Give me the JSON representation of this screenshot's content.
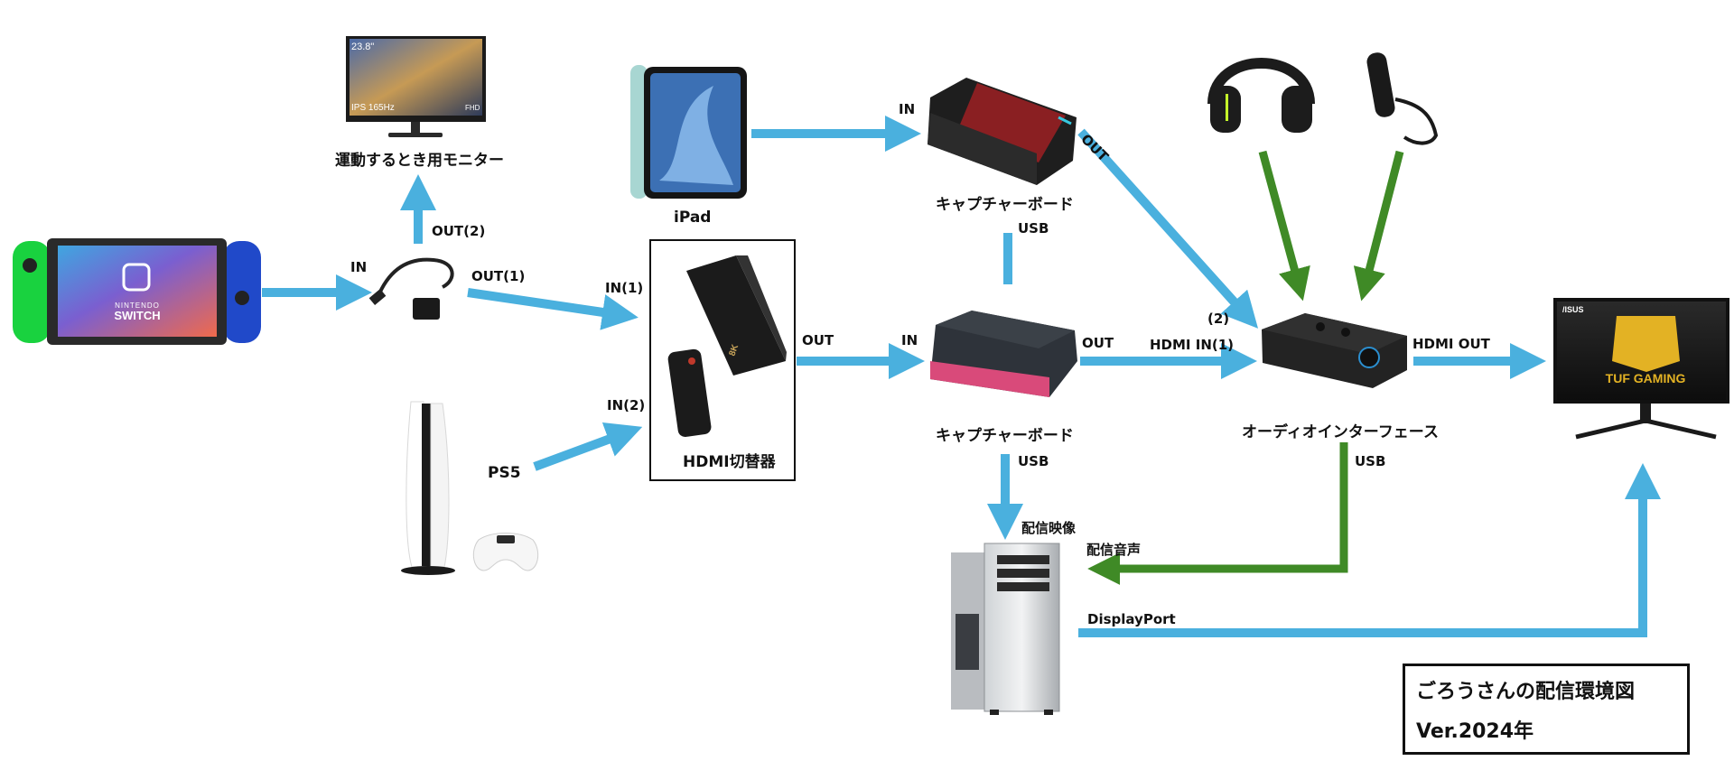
{
  "colors": {
    "blue_arrow": "#4ab0de",
    "green_arrow": "#3f8a26",
    "box_border": "#111111"
  },
  "devices": {
    "monitor_small": {
      "caption": "運動するとき用モニター",
      "screen_text_1": "23.8\"",
      "screen_text_2": "IPS 165Hz",
      "screen_text_3": "FHD"
    },
    "switch": {
      "logo_line1": "NINTENDO",
      "logo_line2": "SWITCH"
    },
    "ipad": {
      "caption": "iPad"
    },
    "capture_board_top": {
      "caption": "キャプチャーボード"
    },
    "capture_board_bottom": {
      "caption": "キャプチャーボード"
    },
    "hdmi_switcher": {
      "caption": "HDMI切替器",
      "badge": "8K"
    },
    "ps5": {
      "caption": "PS5"
    },
    "audio_interface": {
      "caption": "オーディオインターフェース"
    },
    "monitor_asus": {
      "brand": "/ISUS",
      "logo_text": "TUF GAMING"
    },
    "headphones": {},
    "microphone": {},
    "pc": {}
  },
  "port_labels": {
    "splitter_in": "IN",
    "splitter_out2": "OUT(2)",
    "splitter_out1": "OUT(1)",
    "switcher_in1": "IN(1)",
    "switcher_in2": "IN(2)",
    "switcher_out": "OUT",
    "cap_top_in": "IN",
    "cap_top_out": "OUT",
    "cap_usb_link": "USB",
    "cap_bottom_in": "IN",
    "cap_bottom_out": "OUT",
    "audio_hdmi_in1": "HDMI IN(1)",
    "audio_in2": "(2)",
    "audio_hdmi_out": "HDMI OUT",
    "cap_bottom_usb": "USB",
    "audio_usb": "USB",
    "stream_video": "配信映像",
    "stream_audio": "配信音声",
    "displayport": "DisplayPort"
  },
  "title": {
    "line1": "ごろうさんの配信環境図",
    "line2": "Ver.2024年"
  }
}
